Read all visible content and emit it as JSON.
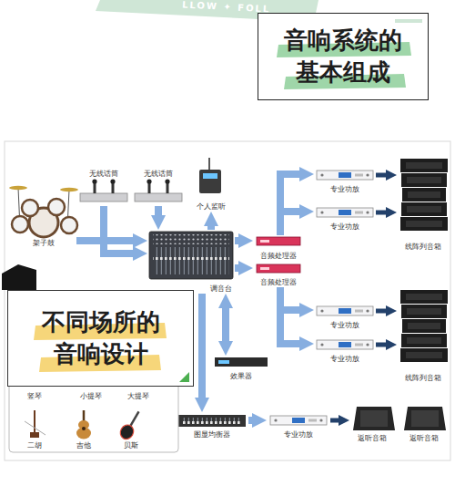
{
  "diagram": {
    "title": "音响系统的 基本组成",
    "nodes": [
      {
        "text": [
          "不同场所的 音响设计"
        ]
      },
      {
        "text": [
          "架子鼓"
        ]
      },
      {
        "text": [
          "无线话筒"
        ]
      },
      {
        "text": [
          "无线话筒"
        ]
      },
      {
        "text": [
          "个人监听"
        ]
      },
      {
        "text": [
          "调音台"
        ]
      },
      {
        "text": [
          "音频处理器"
        ]
      },
      {
        "text": [
          "音频处理器"
        ]
      },
      {
        "text": [
          "专业功放"
        ]
      },
      {
        "text": [
          "专业功放"
        ]
      },
      {
        "text": [
          "线阵列音箱"
        ]
      },
      {
        "text": [
          "专业功放"
        ]
      },
      {
        "text": [
          "专业功放"
        ]
      },
      {
        "text": [
          "线阵列音箱"
        ]
      },
      {
        "text": [
          "效果器"
        ]
      },
      {
        "text": [
          "图显均衡器"
        ]
      },
      {
        "text": [
          "专业功放"
        ]
      },
      {
        "text": [
          "返听音箱"
        ]
      },
      {
        "text": [
          "返听音箱"
        ]
      },
      {
        "text": [
          "竖琴"
        ]
      },
      {
        "text": [
          "小提琴"
        ]
      },
      {
        "text": [
          "大提琴"
        ]
      },
      {
        "text": [
          "二胡"
        ]
      },
      {
        "text": [
          "吉他"
        ]
      },
      {
        "text": [
          "贝斯"
        ]
      }
    ],
    "edges": [
      {
        "from": 1,
        "to": 5,
        "arrow": "to"
      },
      {
        "from": 2,
        "to": 5,
        "arrow": "to"
      },
      {
        "from": 3,
        "to": 5,
        "arrow": "to"
      },
      {
        "from": 5,
        "to": 4,
        "arrow": "to"
      },
      {
        "from": 5,
        "to": 6,
        "arrow": "to"
      },
      {
        "from": 5,
        "to": 7,
        "arrow": "to"
      },
      {
        "from": 6,
        "to": 8,
        "arrow": "to"
      },
      {
        "from": 6,
        "to": 9,
        "arrow": "to"
      },
      {
        "from": 7,
        "to": 11,
        "arrow": "to"
      },
      {
        "from": 7,
        "to": 12,
        "arrow": "to"
      },
      {
        "from": 8,
        "to": 10,
        "arrow": "to"
      },
      {
        "from": 9,
        "to": 10,
        "arrow": "to"
      },
      {
        "from": 11,
        "to": 13,
        "arrow": "to"
      },
      {
        "from": 12,
        "to": 13,
        "arrow": "to"
      },
      {
        "from": 5,
        "to": 14,
        "arrow": "both"
      },
      {
        "from": 5,
        "to": 15,
        "arrow": "to"
      },
      {
        "from": 15,
        "to": 16,
        "arrow": "to"
      },
      {
        "from": 16,
        "to": 17,
        "arrow": "to"
      }
    ],
    "labels": [
      "LLOW ✦ FOLL"
    ]
  }
}
